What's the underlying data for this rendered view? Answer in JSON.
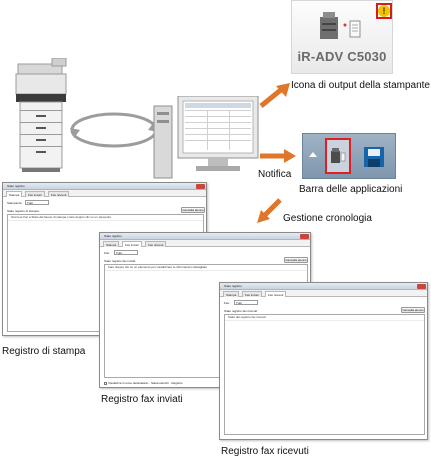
{
  "printer_output_icon": {
    "model": "iR-ADV C5030",
    "caption": "Icona di output della stampante",
    "warning_symbol": "!"
  },
  "notification": {
    "caption": "Notifica"
  },
  "taskbar": {
    "caption": "Barra delle applicazioni"
  },
  "history": {
    "caption": "Gestione cronologia"
  },
  "windows": {
    "print_log": {
      "caption": "Registro di stampa",
      "title": "Stato registro",
      "tabs": [
        "Stampa",
        "Fax inviati",
        "Fax ricevuti"
      ],
      "printer_label": "Stampante:",
      "printer_value": "Tutti",
      "section_label": "Stato registro di stampa:",
      "clear_button": "Cancella elenco",
      "row": "Scorrere fino a Stato del lavoro di stampa o fare doppio clic su un elemento",
      "footer": ""
    },
    "fax_sent_log": {
      "caption": "Registro fax inviati",
      "title": "Stato registro",
      "tabs": [
        "Stampa",
        "Fax inviati",
        "Fax ricevuti"
      ],
      "printer_label": "Fax:",
      "printer_value": "Tutti",
      "section_label": "Stato registro fax inviati:",
      "clear_button": "Cancella elenco",
      "row": "Fare doppio clic su un elemento per visualizzare le informazioni dettagliate",
      "footer": "Visualizza il nome destinatario · Salva elenchi · Registro"
    },
    "fax_received_log": {
      "caption": "Registro fax ricevuti",
      "title": "Stato registro",
      "tabs": [
        "Stampa",
        "Fax inviati",
        "Fax ricevuti"
      ],
      "printer_label": "Fax:",
      "printer_value": "Tutti",
      "section_label": "Stato registro fax ricevuti:",
      "clear_button": "Cancella elenco",
      "row": "Stato del registro fax ricevuti",
      "footer": ""
    }
  },
  "colors": {
    "arrow": "#e0762a",
    "warning": "#f2c200",
    "taskbar": "#8ea3b8",
    "highlight": "#e02020"
  }
}
